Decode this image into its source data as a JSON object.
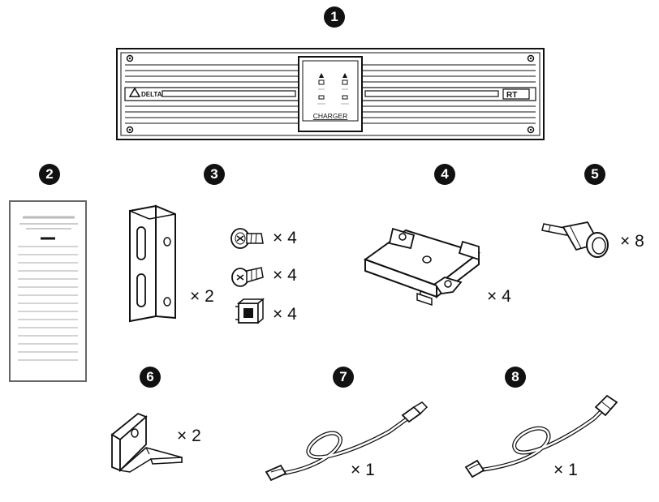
{
  "items": [
    {
      "number": "1"
    },
    {
      "number": "2"
    },
    {
      "number": "3",
      "quantities": [
        "× 2",
        "× 4",
        "× 4",
        "× 4"
      ]
    },
    {
      "number": "4",
      "quantity": "× 4"
    },
    {
      "number": "5",
      "quantity": "× 8"
    },
    {
      "number": "6",
      "quantity": "× 2"
    },
    {
      "number": "7",
      "quantity": "× 1"
    },
    {
      "number": "8",
      "quantity": "× 1"
    }
  ],
  "ups_front": {
    "charger_label": "CHARGER",
    "brand_text": "DELTA",
    "model_text": "RT"
  },
  "icons": [
    "ups-unit-icon",
    "manual-icon",
    "bracket-icon",
    "screw-icon",
    "cage-nut-icon",
    "battery-bracket-icon",
    "terminal-icon",
    "foot-stand-icon",
    "usb-cable-icon",
    "rj45-cable-icon"
  ]
}
